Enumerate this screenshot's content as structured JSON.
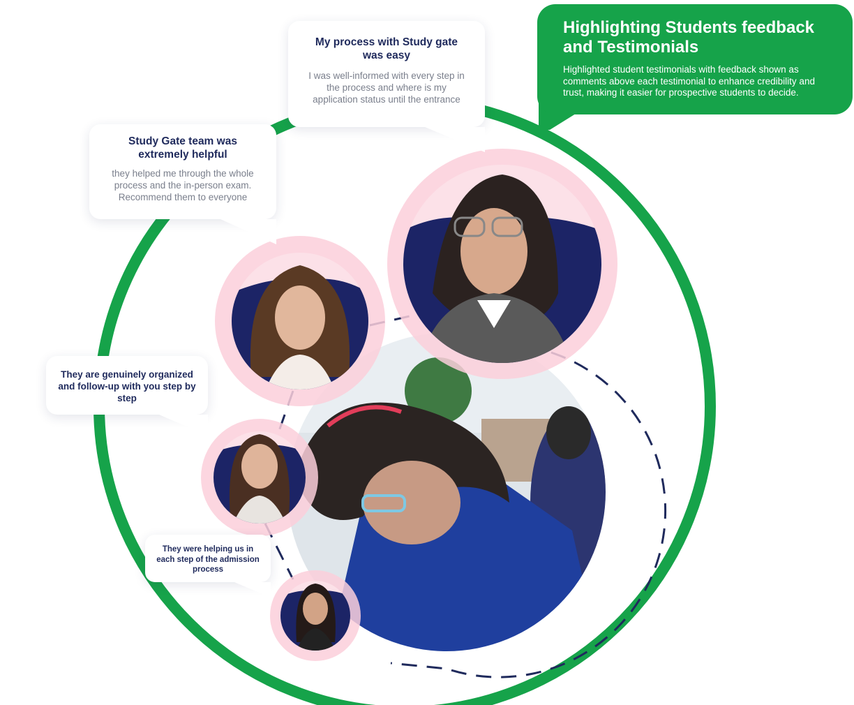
{
  "colors": {
    "accent_green": "#16a34a",
    "navy": "#1f2a5c",
    "ring_pink": "#fbcfdb",
    "photo_bg": "#1c2466",
    "muted_text": "#7a7f8c"
  },
  "callout": {
    "title": "Highlighting Students feedback and Testimonials",
    "description": "Highlighted student testimonials with feedback shown as comments above each testimonial to enhance credibility and trust, making it easier for prospective students to decide."
  },
  "testimonials": [
    {
      "title": "My process with Study gate was easy",
      "quote": "I was well-informed with every step in the process and where is my application status until the entrance exam"
    },
    {
      "title": "Study Gate team was extremely helpful",
      "quote": "they helped me through the whole process and the in-person exam. Recommend them to everyone"
    },
    {
      "title": "They are genuinely organized and follow-up with you step by step"
    },
    {
      "title": "They were helping us in each step of the admission process"
    }
  ]
}
